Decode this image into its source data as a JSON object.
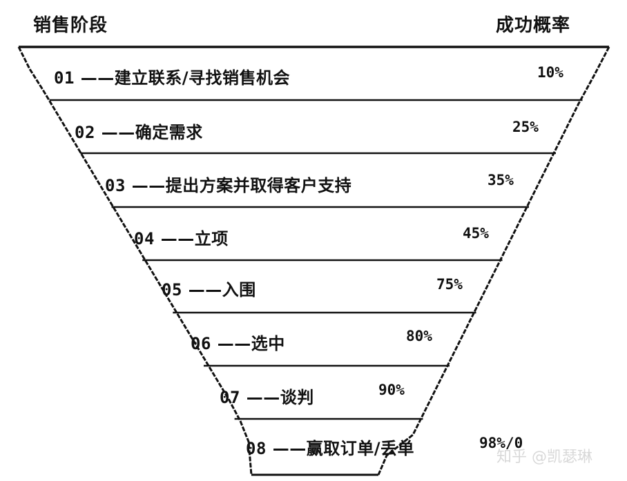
{
  "headers": {
    "stage": "销售阶段",
    "probability": "成功概率"
  },
  "stages": [
    {
      "num": "01",
      "name": "——建立联系/寻找销售机会",
      "prob": "10%"
    },
    {
      "num": "02",
      "name": "——确定需求",
      "prob": "25%"
    },
    {
      "num": "03",
      "name": "——提出方案并取得客户支持",
      "prob": "35%"
    },
    {
      "num": "04",
      "name": "——立项",
      "prob": "45%"
    },
    {
      "num": "05",
      "name": "——入围",
      "prob": "75%"
    },
    {
      "num": "06",
      "name": "——选中",
      "prob": "80%"
    },
    {
      "num": "07",
      "name": "——谈判",
      "prob": "90%"
    },
    {
      "num": "08",
      "name": "——赢取订单/丢单",
      "prob": "98%/0"
    }
  ],
  "watermark": "知乎 @凯瑟琳",
  "colors": {
    "line": "#111111",
    "background": "#ffffff"
  }
}
